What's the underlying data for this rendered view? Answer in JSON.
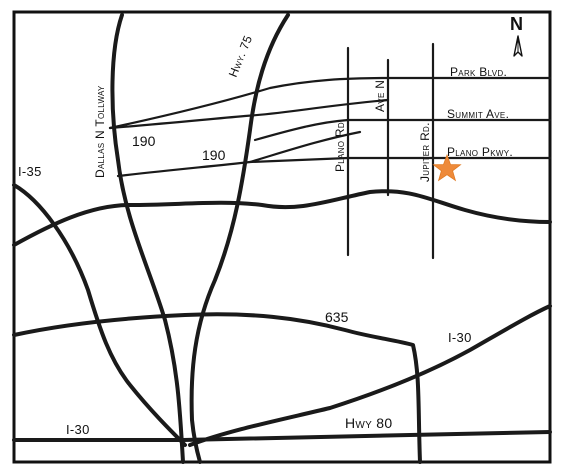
{
  "map": {
    "north_label": "N",
    "north_icon": "north-arrow-icon",
    "marker_icon": "star-icon",
    "marker_color": "#ee8a3a",
    "road_color": "#1a1a1a",
    "border_color": "#111111",
    "labels": {
      "park_blvd": "Park Blvd.",
      "summit_ave": "Summit Ave.",
      "plano_pkwy": "Plano Pkwy.",
      "plano_rd": "Plano Rd.",
      "ave_n": "Ave N",
      "jupiter_rd": "Jupiter Rd.",
      "dallas_tollway": "Dallas N Tollway",
      "hwy_75": "Hwy. 75",
      "hwy_190_upper": "190",
      "hwy_190_lower": "190",
      "i35": "I-35",
      "i635": "635",
      "i30_east": "I-30",
      "i30_west": "I-30",
      "hwy80": "Hwy 80"
    }
  }
}
